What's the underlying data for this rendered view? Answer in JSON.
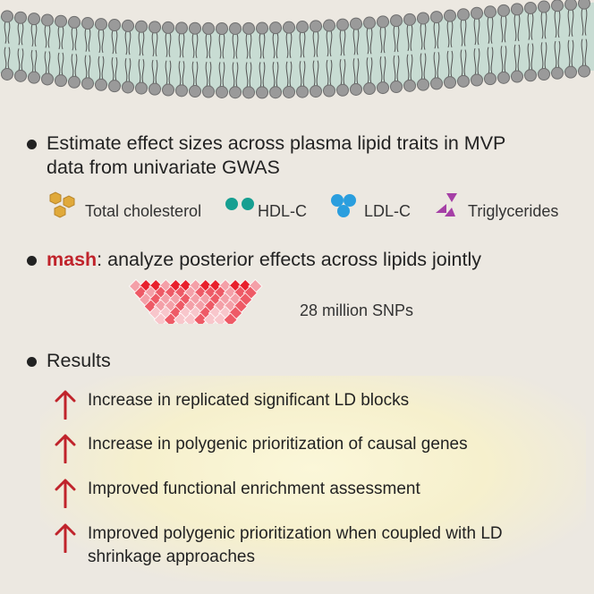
{
  "bullets": {
    "estimate": "Estimate effect sizes across plasma lipid traits in MVP data from univariate GWAS",
    "mash_label": "mash",
    "mash_rest": ": analyze posterior effects across lipids jointly",
    "results": "Results"
  },
  "legend": [
    {
      "label": "Total cholesterol",
      "icon": "hexagon-cluster-icon",
      "color": "#e0a93a"
    },
    {
      "label": "HDL-C",
      "icon": "teal-dots-icon",
      "color": "#169f91"
    },
    {
      "label": "LDL-C",
      "icon": "blue-dots-icon",
      "color": "#2a9ede"
    },
    {
      "label": "Triglycerides",
      "icon": "triangles-icon",
      "color": "#a53fa6"
    }
  ],
  "snps": "28 million SNPs",
  "results": [
    "Increase in replicated significant LD blocks",
    "Increase in polygenic prioritization of causal genes",
    "Improved functional enrichment assessment",
    "Improved polygenic prioritization when coupled with LD shrinkage approaches"
  ],
  "colors": {
    "accent_red": "#c0232b",
    "arrow": "#c0232b",
    "membrane_head": "#9a9a9a",
    "membrane_fill": "#c8dcd3"
  }
}
